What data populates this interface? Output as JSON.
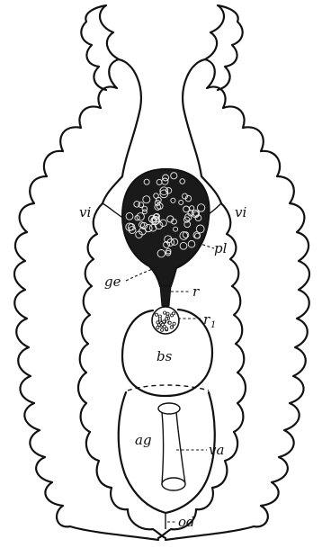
{
  "labels": {
    "vi_left": "vi",
    "vi_right": "vi",
    "pl": "pl",
    "ge": "ge",
    "r": "r",
    "r1": "r",
    "r1_sub": "1",
    "bs": "bs",
    "ag": "ag",
    "va": "va",
    "od": "od"
  }
}
